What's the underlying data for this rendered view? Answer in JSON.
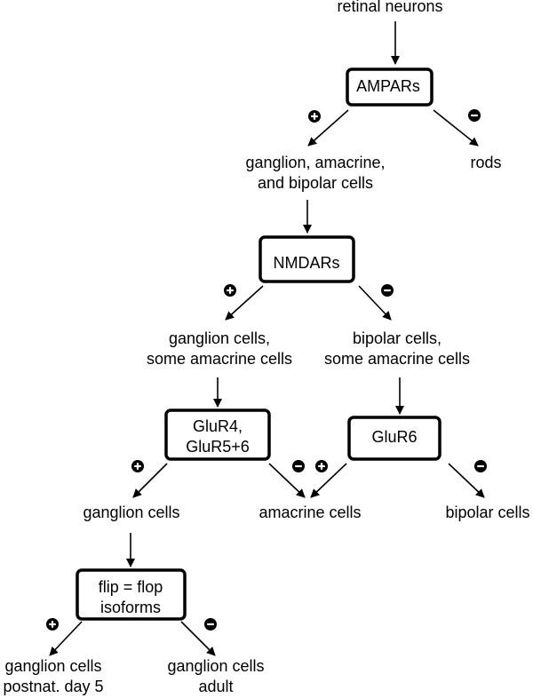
{
  "nodes": {
    "retinal": {
      "lines": [
        "retinal neurons"
      ]
    },
    "ampars": {
      "lines": [
        "AMPARs"
      ]
    },
    "gab": {
      "lines": [
        "ganglion, amacrine,",
        "and bipolar cells"
      ]
    },
    "rods": {
      "lines": [
        "rods"
      ]
    },
    "nmdars": {
      "lines": [
        "NMDARs"
      ]
    },
    "gsa": {
      "lines": [
        "ganglion cells,",
        "some amacrine cells"
      ]
    },
    "bsa": {
      "lines": [
        "bipolar cells,",
        "some amacrine cells"
      ]
    },
    "glur456": {
      "lines": [
        "GluR4,",
        "GluR5+6"
      ]
    },
    "glur6": {
      "lines": [
        "GluR6"
      ]
    },
    "ganglion": {
      "lines": [
        "ganglion cells"
      ]
    },
    "amacrine": {
      "lines": [
        "amacrine cells"
      ]
    },
    "bipolar": {
      "lines": [
        "bipolar cells"
      ]
    },
    "flipflop": {
      "lines": [
        "flip = flop",
        "isoforms"
      ]
    },
    "gc_p5": {
      "lines": [
        "ganglion cells",
        "postnat. day 5"
      ]
    },
    "gc_adult": {
      "lines": [
        "ganglion cells",
        "adult"
      ]
    }
  },
  "edges": [
    {
      "from": "retinal",
      "to": "ampars",
      "sign": ""
    },
    {
      "from": "ampars",
      "to": "gab",
      "sign": "+"
    },
    {
      "from": "ampars",
      "to": "rods",
      "sign": "-"
    },
    {
      "from": "gab",
      "to": "nmdars",
      "sign": ""
    },
    {
      "from": "nmdars",
      "to": "gsa",
      "sign": "+"
    },
    {
      "from": "nmdars",
      "to": "bsa",
      "sign": "-"
    },
    {
      "from": "gsa",
      "to": "glur456",
      "sign": ""
    },
    {
      "from": "bsa",
      "to": "glur6",
      "sign": ""
    },
    {
      "from": "glur456",
      "to": "ganglion",
      "sign": "+"
    },
    {
      "from": "glur456",
      "to": "amacrine",
      "sign": "-"
    },
    {
      "from": "glur6",
      "to": "amacrine",
      "sign": "+"
    },
    {
      "from": "glur6",
      "to": "bipolar",
      "sign": "-"
    },
    {
      "from": "ganglion",
      "to": "flipflop",
      "sign": ""
    },
    {
      "from": "flipflop",
      "to": "gc_p5",
      "sign": "+"
    },
    {
      "from": "flipflop",
      "to": "gc_adult",
      "sign": "-"
    }
  ]
}
